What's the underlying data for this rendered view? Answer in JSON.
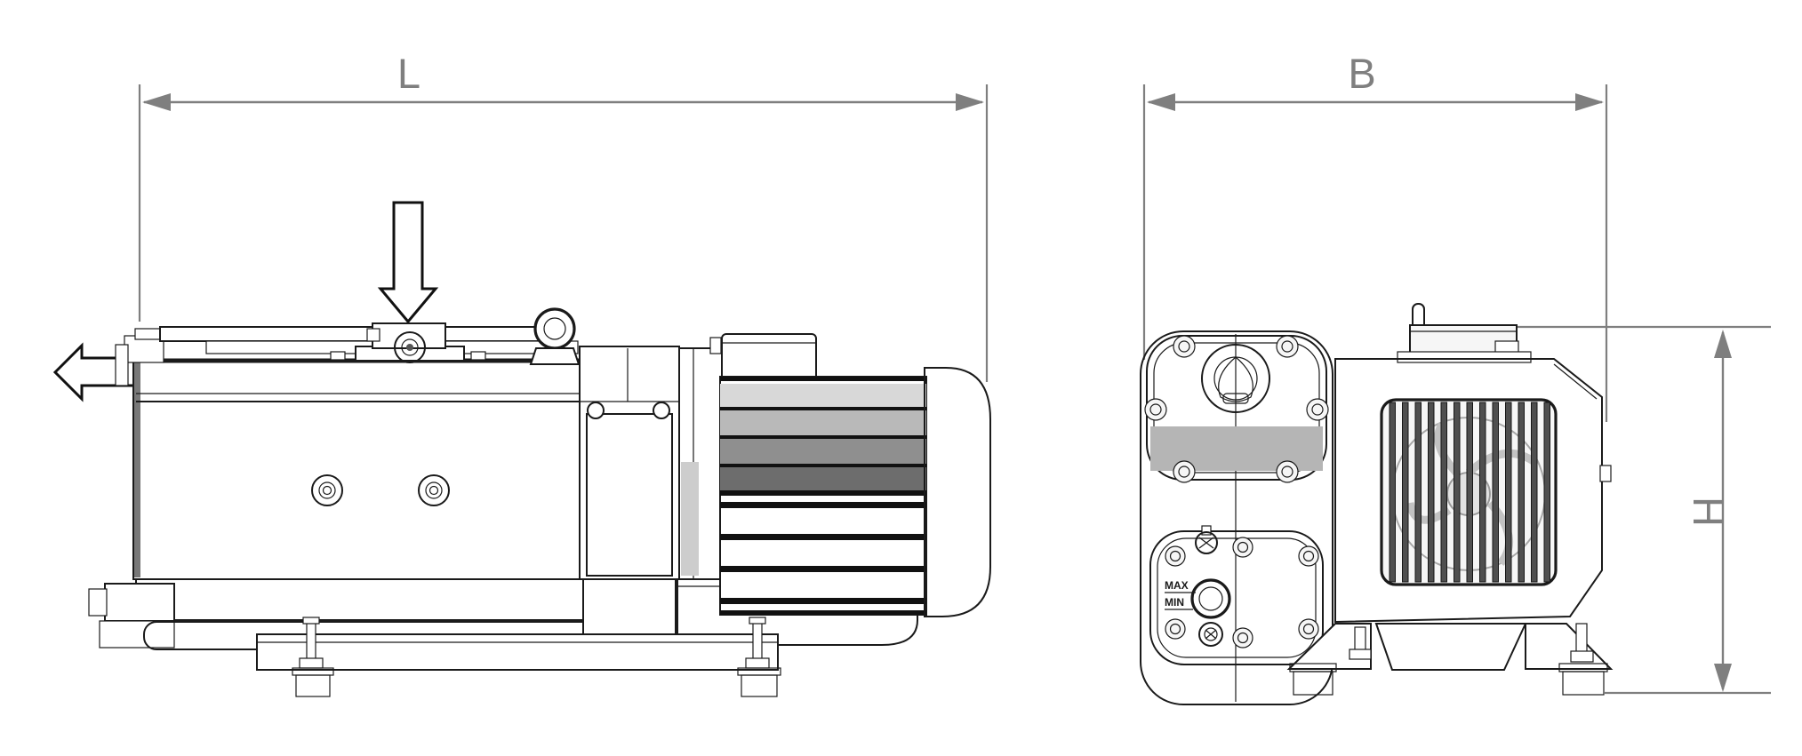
{
  "drawing": {
    "dimension_labels": {
      "length": "L",
      "width": "B",
      "height": "H"
    },
    "oil_level": {
      "max": "MAX",
      "min": "MIN"
    },
    "colors": {
      "dimension_gray": "#7f7f7f",
      "outline_black": "#1a1a1a",
      "sump_band_gray": "#959595",
      "cover_band_gray": "#b5b5b5",
      "rubber_foot_black": "#121212"
    },
    "icons": {
      "inlet_flow": "down-arrow",
      "exhaust_flow": "left-arrow"
    }
  }
}
